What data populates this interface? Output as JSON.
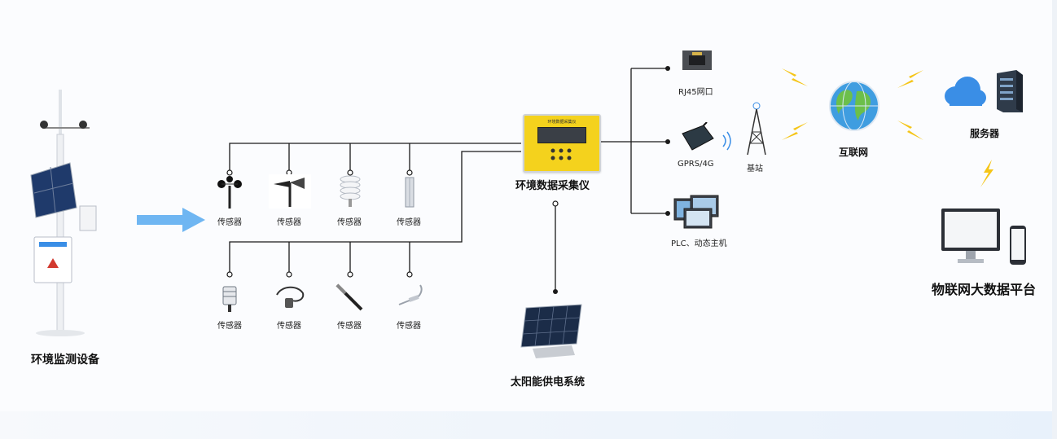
{
  "station_label": "环境监测设备",
  "sensors": [
    {
      "label": "传感器",
      "icon": "anemometer-icon"
    },
    {
      "label": "传感器",
      "icon": "wind-vane-icon"
    },
    {
      "label": "传感器",
      "icon": "louver-shield-icon"
    },
    {
      "label": "传感器",
      "icon": "rain-gauge-icon"
    },
    {
      "label": "传感器",
      "icon": "temp-probe-icon"
    },
    {
      "label": "传感器",
      "icon": "cable-probe-icon"
    },
    {
      "label": "传感器",
      "icon": "pen-probe-icon"
    },
    {
      "label": "传感器",
      "icon": "needle-probe-icon"
    }
  ],
  "collector": {
    "label": "环境数据采集仪",
    "screen_text": "环境数据采集仪"
  },
  "solar_label": "太阳能供电系统",
  "comms": [
    {
      "label": "RJ45网口",
      "icon": "rj45-port-icon"
    },
    {
      "label": "GPRS/4G",
      "icon": "gprs-module-icon"
    },
    {
      "label": "PLC、动态主机",
      "icon": "plc-screen-icon"
    }
  ],
  "base_station_label": "基站",
  "internet_label": "互联网",
  "server_label": "服务器",
  "platform_label": "物联网大数据平台",
  "colors": {
    "arrow": "#6fb6f2",
    "line": "#1a1a1a",
    "bolt": "#f5c518",
    "collector": "#f4d21d",
    "cloud": "#3a8ee6"
  }
}
